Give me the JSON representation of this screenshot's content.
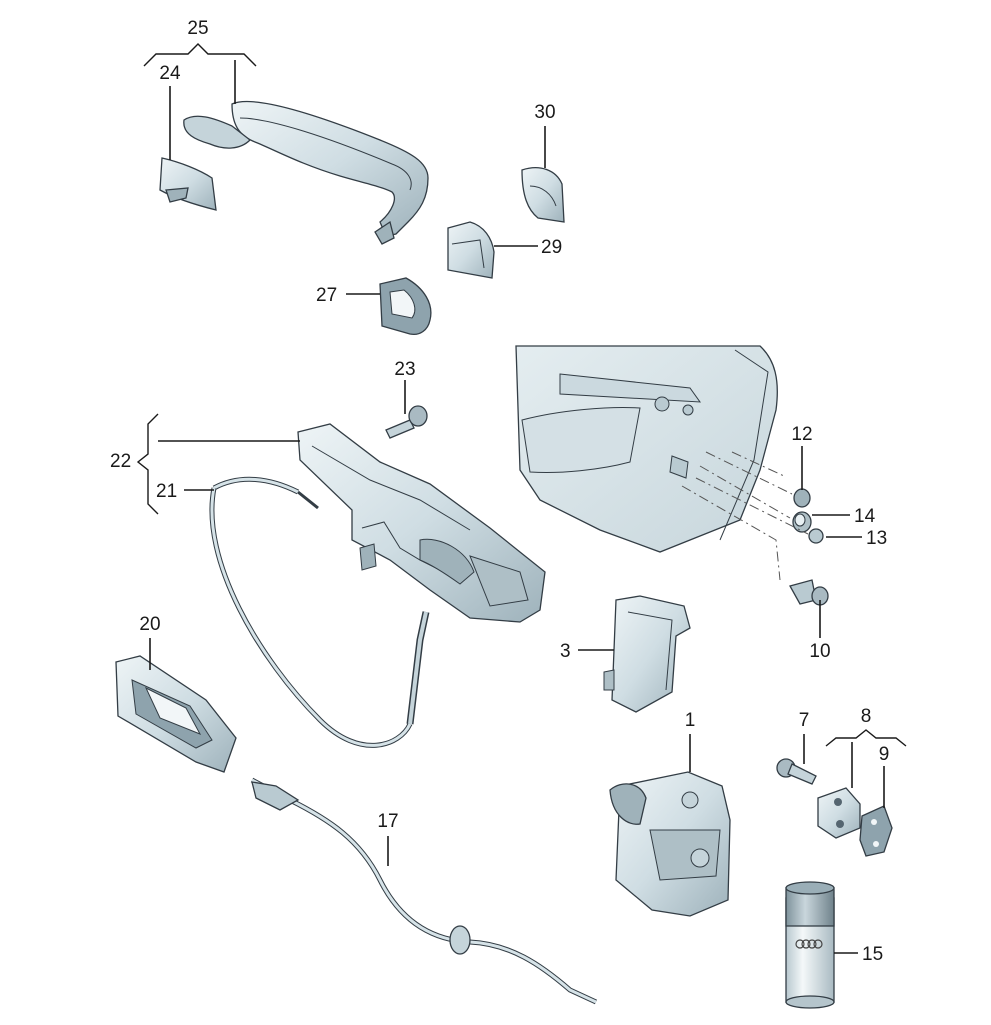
{
  "diagram": {
    "labels": {
      "p1": "1",
      "p3": "3",
      "p7": "7",
      "p8": "8",
      "p9": "9",
      "p10": "10",
      "p12": "12",
      "p13": "13",
      "p14": "14",
      "p15": "15",
      "p17": "17",
      "p20": "20",
      "p21": "21",
      "p22": "22",
      "p23": "23",
      "p24": "24",
      "p25": "25",
      "p27": "27",
      "p29": "29",
      "p30": "30"
    },
    "colors": {
      "part_fill": "#d6e3e8",
      "part_light": "#e8f0f3",
      "part_dark": "#8fa4ae",
      "panel_fill": "#e3ecef",
      "outline": "#333d45"
    }
  }
}
